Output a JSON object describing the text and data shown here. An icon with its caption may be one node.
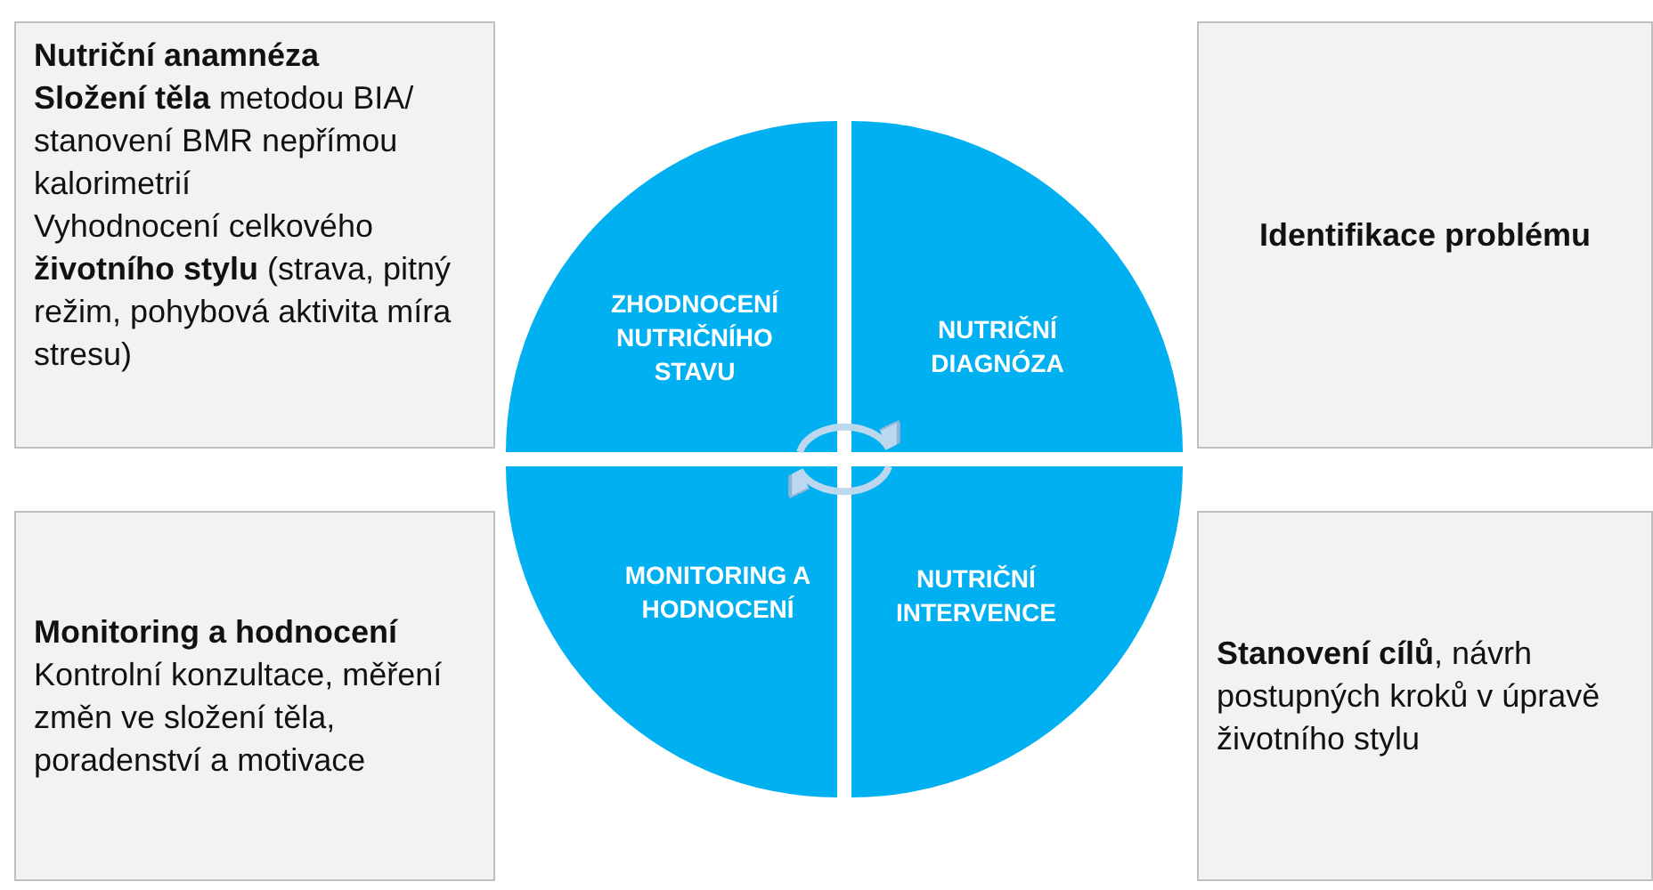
{
  "diagram": {
    "nodes": [
      {
        "text": [
          "Nutriční anamnéza",
          "**Složení těla** metodou BIA/ stanovení BMR nepřímou kalorimetrií",
          "Vyhodnocení celkového **životního stylu** (strava, pitný režim, pohybová aktivita míra stresu)"
        ]
      },
      {
        "text": [
          "ZHODNOCENÍ NUTRIČNÍHO STAVU"
        ]
      },
      {
        "text": [
          "NUTRIČNÍ DIAGNÓZA"
        ]
      },
      {
        "text": [
          "Identifikace problému"
        ]
      },
      {
        "text": [
          "Monitoring a hodnocení",
          "Kontrolní konzultace, měření změn ve složení těla, poradenství a motivace"
        ]
      },
      {
        "text": [
          "MONITORING A HODNOCENÍ"
        ]
      },
      {
        "text": [
          "NUTRIČNÍ INTERVENCE"
        ]
      },
      {
        "text": [
          "**Stanovení cílů**, návrh postupných kroků v úpravě životního stylu"
        ]
      }
    ],
    "edges": [
      {
        "from": 1,
        "to": 2,
        "arrow": "to"
      },
      {
        "from": 6,
        "to": 5,
        "arrow": "to"
      }
    ]
  }
}
